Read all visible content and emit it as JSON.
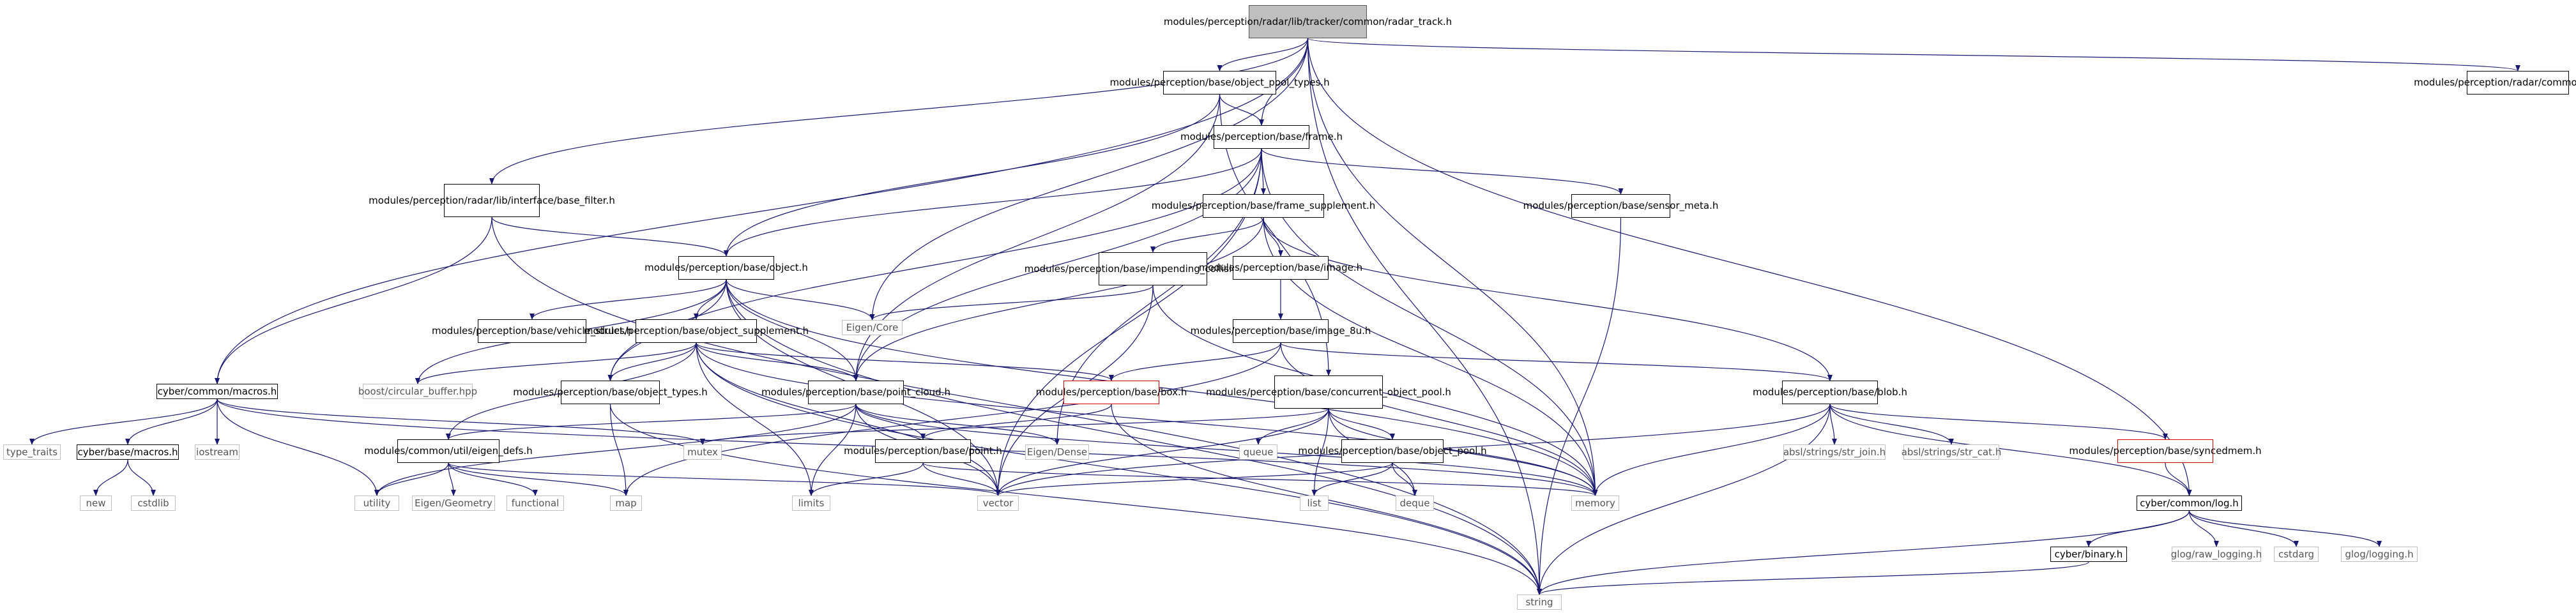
{
  "graph_title": "",
  "colors": {
    "edge": "#191970",
    "doc_border": "#000000",
    "truncated_border": "#cc0000",
    "root_fill": "#bfbfbf",
    "std_text": "#555555"
  },
  "nodes": {
    "radar_track": "modules/perception\n/radar/lib/tracker/common\n/radar_track.h",
    "object_pool_types": "modules/perception\n/base/object_pool_types.h",
    "radar_types": "modules/perception\n/radar/common/types.h",
    "frame": "modules/perception\n/base/frame.h",
    "base_filter": "modules/perception\n/radar/lib/interface\n/base_filter.h",
    "frame_supplement": "modules/perception\n/base/frame_supplement.h",
    "sensor_meta": "modules/perception\n/base/sensor_meta.h",
    "object": "modules/perception\n/base/object.h",
    "impending_collision_edge": "modules/perception\n/base/impending_collision\n_edge.h",
    "image": "modules/perception\n/base/image.h",
    "eigen_core": "Eigen/Core",
    "vehicle_struct": "modules/perception\n/base/vehicle_struct.h",
    "object_supplement": "modules/perception\n/base/object_supplement.h",
    "image_8u": "modules/perception\n/base/image_8u.h",
    "cyber_macros": "cyber/common/macros.h",
    "boost_cb": "boost/circular_buffer.hpp",
    "object_types": "modules/perception\n/base/object_types.h",
    "point_cloud": "modules/perception\n/base/point_cloud.h",
    "box": "modules/perception\n/base/box.h",
    "concurrent_object_pool": "modules/perception\n/base/concurrent_object\n_pool.h",
    "blob": "modules/perception\n/base/blob.h",
    "type_traits": "type_traits",
    "cyber_base_macros": "cyber/base/macros.h",
    "iostream": "iostream",
    "eigen_defs": "modules/common/util\n/eigen_defs.h",
    "mutex": "mutex",
    "eigen_dense": "Eigen/Dense",
    "point": "modules/perception\n/base/point.h",
    "queue": "queue",
    "object_pool": "modules/perception\n/base/object_pool.h",
    "str_join": "absl/strings/str_join.h",
    "str_cat": "absl/strings/str_cat.h",
    "syncedmem": "modules/perception\n/base/syncedmem.h",
    "new": "new",
    "cstdlib": "cstdlib",
    "utility": "utility",
    "eigen_geometry": "Eigen/Geometry",
    "functional": "functional",
    "map": "map",
    "limits": "limits",
    "vector": "vector",
    "memory": "memory",
    "list": "list",
    "deque": "deque",
    "log": "cyber/common/log.h",
    "cyber_binary": "cyber/binary.h",
    "raw_logging": "glog/raw_logging.h",
    "cstdarg": "cstdarg",
    "glog_logging": "glog/logging.h",
    "string": "string"
  }
}
